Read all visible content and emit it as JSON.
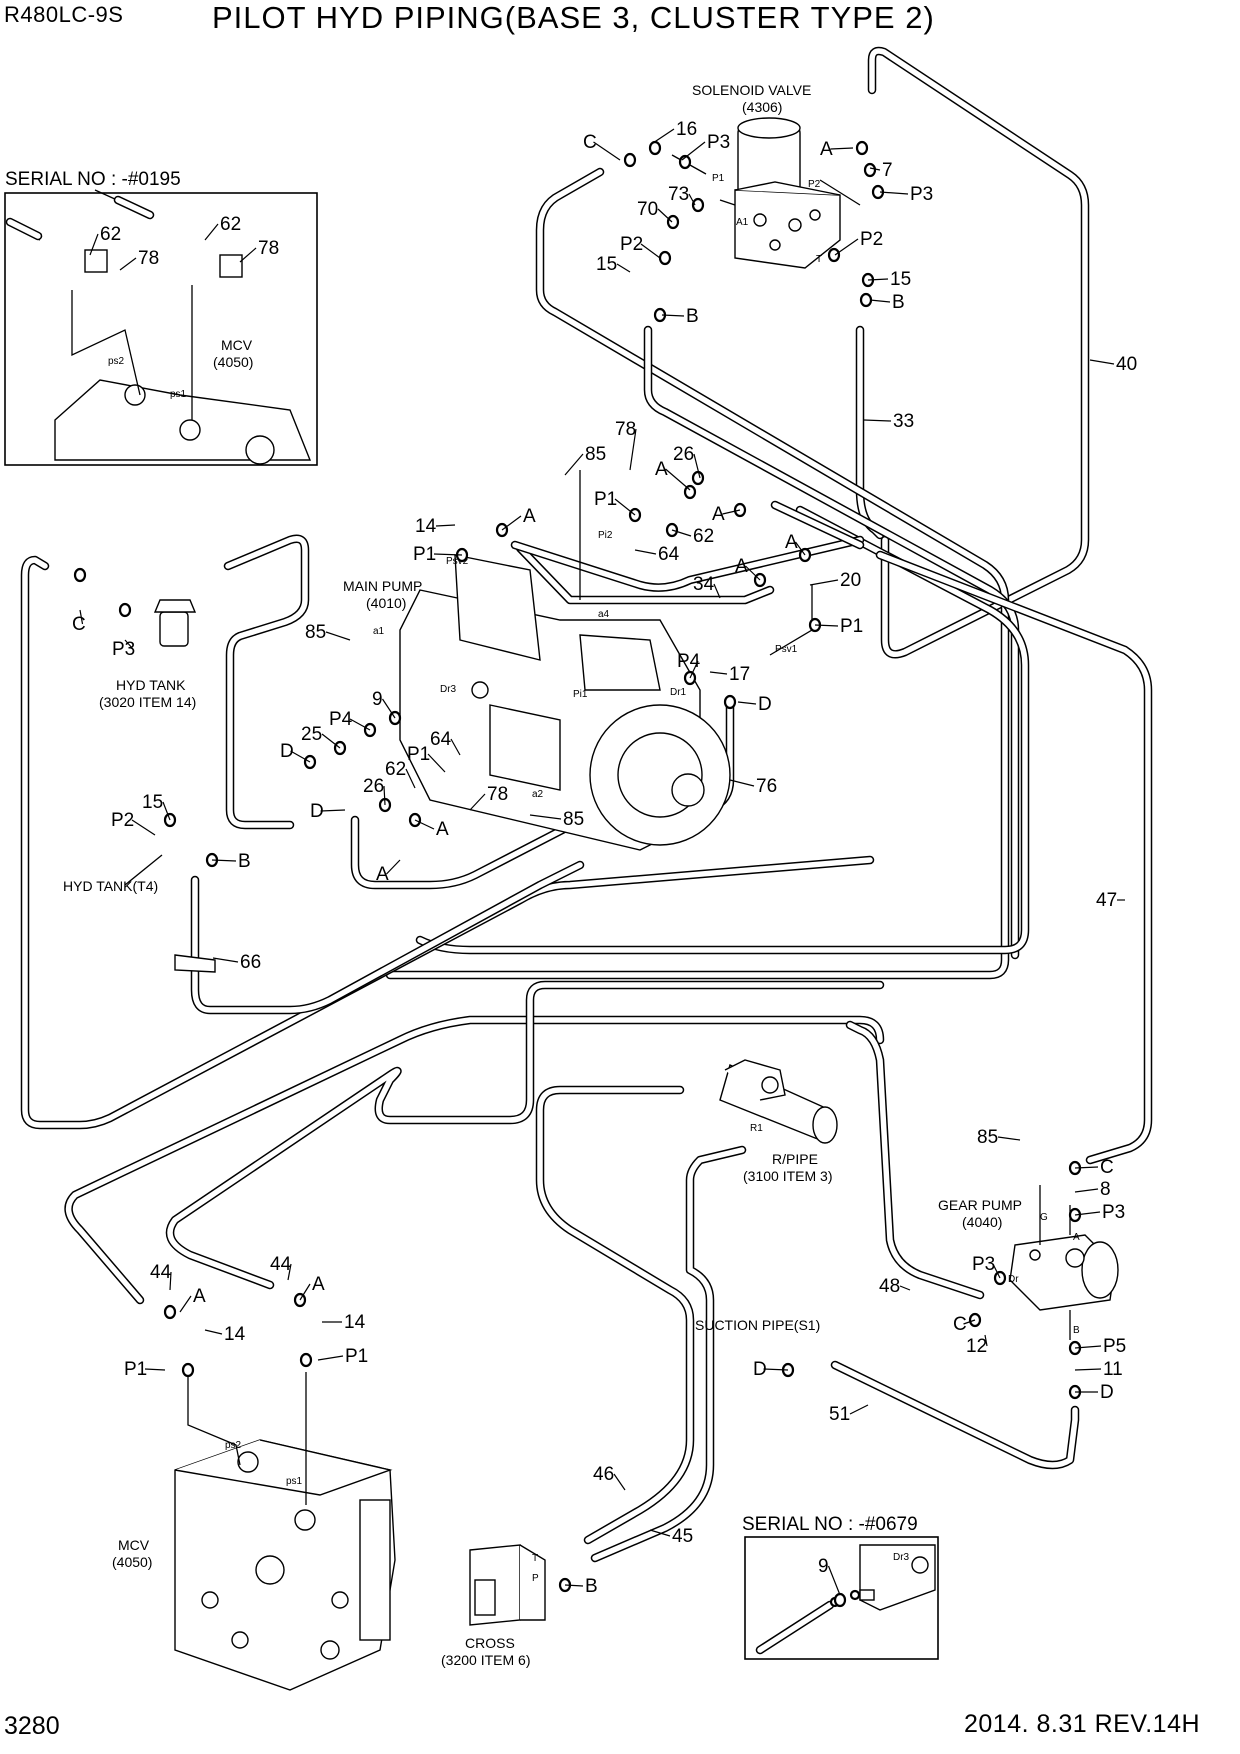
{
  "header": {
    "model": "R480LC-9S",
    "title": "PILOT HYD PIPING(BASE 3, CLUSTER TYPE 2)"
  },
  "footer": {
    "page": "3280",
    "date_rev": "2014. 8.31  REV.14H"
  },
  "components": {
    "solenoid_valve": {
      "name": "SOLENOID VALVE",
      "ref": "(4306)"
    },
    "main_pump": {
      "name": "MAIN PUMP",
      "ref": "(4010)"
    },
    "hyd_tank": {
      "name": "HYD TANK",
      "ref": "(3020 ITEM 14)"
    },
    "hyd_tank_t4": {
      "name": "HYD TANK(T4)"
    },
    "mcv_inset": {
      "name": "MCV",
      "ref": "(4050)"
    },
    "mcv_main": {
      "name": "MCV",
      "ref": "(4050)"
    },
    "r_pipe": {
      "name": "R/PIPE",
      "ref": "(3100 ITEM 3)"
    },
    "gear_pump": {
      "name": "GEAR PUMP",
      "ref": "(4040)"
    },
    "suction_pipe": {
      "name": "SUCTION PIPE(S1)"
    },
    "cross": {
      "name": "CROSS",
      "ref": "(3200 ITEM 6)"
    }
  },
  "insets": {
    "top_left": {
      "serial": "SERIAL NO : -#0195"
    },
    "bottom_right": {
      "serial": "SERIAL NO : -#0679"
    }
  },
  "callouts": {
    "c1": "C",
    "c2": "16",
    "c3": "P3",
    "c4": "A",
    "c5": "7",
    "c6": "P3",
    "c7": "73",
    "c8": "70",
    "c9": "P2",
    "c10": "15",
    "c11": "P2",
    "c12": "15",
    "c13": "B",
    "c14": "B",
    "c15": "40",
    "c16": "33",
    "c17": "85",
    "c18": "78",
    "c19": "26",
    "c20": "A",
    "c21": "P1",
    "c22": "A",
    "c23": "62",
    "c24": "14",
    "c25": "A",
    "c26": "64",
    "c27": "P1",
    "c28": "A",
    "c29": "34",
    "c30": "A",
    "c31": "20",
    "c32": "P1",
    "c33": "C",
    "c34": "P3",
    "c35": "85",
    "c36": "P4",
    "c37": "17",
    "c38": "D",
    "c39": "9",
    "c40": "P4",
    "c41": "25",
    "c42": "D",
    "c43": "64",
    "c44": "P1",
    "c45": "62",
    "c46": "26",
    "c47": "D",
    "c48": "78",
    "c49": "A",
    "c50": "85",
    "c51": "76",
    "c52": "A",
    "c53": "15",
    "c54": "P2",
    "c55": "B",
    "c56": "66",
    "c57": "47",
    "c58": "85",
    "c59": "C",
    "c60": "8",
    "c61": "P3",
    "c62": "P3",
    "c63": "48",
    "c64": "C",
    "c65": "12",
    "c66": "P5",
    "c67": "11",
    "c68": "D",
    "c69": "D",
    "c70": "51",
    "c71": "44",
    "c72": "44",
    "c73": "A",
    "c74": "A",
    "c75": "14",
    "c76": "14",
    "c77": "P1",
    "c78": "P1",
    "c79": "46",
    "c80": "45",
    "c81": "B",
    "c82": "9",
    "c83": "62",
    "c84": "78",
    "c85": "62",
    "c86": "78"
  },
  "port_labels": {
    "p1": "P1",
    "p2": "P2",
    "a1": "A1",
    "t": "T",
    "psv2": "Psv2",
    "pi2": "Pi2",
    "a4": "a4",
    "psv1": "Psv1",
    "dr3": "Dr3",
    "pi1": "Pi1",
    "dr1": "Dr1",
    "aa1": "a1",
    "aa2": "a2",
    "r1": "R1",
    "g": "G",
    "ga": "A",
    "dr": "Dr",
    "gb": "B",
    "ct": "T",
    "cp": "P",
    "ps2": "ps2",
    "ps1": "ps1",
    "ips2": "ps2",
    "ips1": "ps1",
    "idr3": "Dr3"
  }
}
